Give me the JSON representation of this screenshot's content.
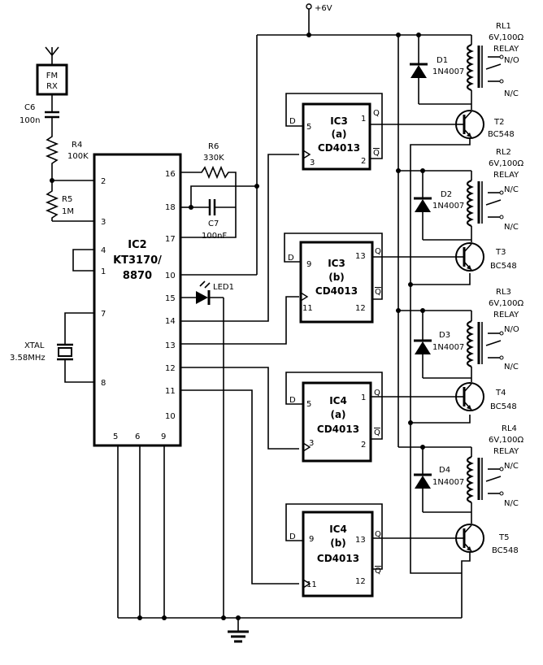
{
  "supply": {
    "label": "+6V"
  },
  "fm": {
    "line1": "FM",
    "line2": "RX"
  },
  "c6": {
    "name": "C6",
    "value": "100n"
  },
  "r4": {
    "name": "R4",
    "value": "100K"
  },
  "r5": {
    "name": "R5",
    "value": "1M"
  },
  "r6": {
    "name": "R6",
    "value": "330K"
  },
  "c7": {
    "name": "C7",
    "value": "100nF"
  },
  "xtal": {
    "name": "XTAL",
    "value": "3.58MHz"
  },
  "led": {
    "name": "LED1"
  },
  "ic2": {
    "name": "IC2",
    "part1": "KT3170/",
    "part2": "8870",
    "left_pins": [
      "2",
      "3",
      "4",
      "1",
      "7",
      "8"
    ],
    "right_pins": [
      "16",
      "18",
      "17",
      "10",
      "15",
      "14",
      "13",
      "12",
      "11",
      "10"
    ],
    "bottom_pins": [
      "5",
      "6",
      "9"
    ]
  },
  "flipflops": [
    {
      "name": "IC3",
      "sub": "(a)",
      "part": "CD4013",
      "pins": {
        "d": "5",
        "clk": "3",
        "q": "1",
        "qbar": "2"
      }
    },
    {
      "name": "IC3",
      "sub": "(b)",
      "part": "CD4013",
      "pins": {
        "d": "9",
        "clk": "11",
        "q": "13",
        "qbar": "12"
      }
    },
    {
      "name": "IC4",
      "sub": "(a)",
      "part": "CD4013",
      "pins": {
        "d": "5",
        "clk": "3",
        "q": "1",
        "qbar": "2"
      }
    },
    {
      "name": "IC4",
      "sub": "(b)",
      "part": "CD4013",
      "pins": {
        "d": "9",
        "clk": "11",
        "q": "13",
        "qbar": "12"
      }
    }
  ],
  "ff_letters": {
    "d": "D",
    "q": "Q",
    "qbar": "Q"
  },
  "relays": [
    {
      "name": "RL1",
      "spec": "6V,100Ω",
      "type": "RELAY",
      "c1": "N/O",
      "c2": "N/C"
    },
    {
      "name": "RL2",
      "spec": "6V,100Ω",
      "type": "RELAY",
      "c1": "N/C",
      "c2": "N/C"
    },
    {
      "name": "RL3",
      "spec": "6V,100Ω",
      "type": "RELAY",
      "c1": "N/O",
      "c2": "N/C"
    },
    {
      "name": "RL4",
      "spec": "6V,100Ω",
      "type": "RELAY",
      "c1": "N/C",
      "c2": "N/C"
    }
  ],
  "diodes": [
    {
      "name": "D1",
      "part": "1N4007"
    },
    {
      "name": "D2",
      "part": "1N4007"
    },
    {
      "name": "D3",
      "part": "1N4007"
    },
    {
      "name": "D4",
      "part": "1N4007"
    }
  ],
  "transistors": [
    {
      "name": "T2",
      "part": "BC548"
    },
    {
      "name": "T3",
      "part": "BC548"
    },
    {
      "name": "T4",
      "part": "BC548"
    },
    {
      "name": "T5",
      "part": "BC548"
    }
  ]
}
